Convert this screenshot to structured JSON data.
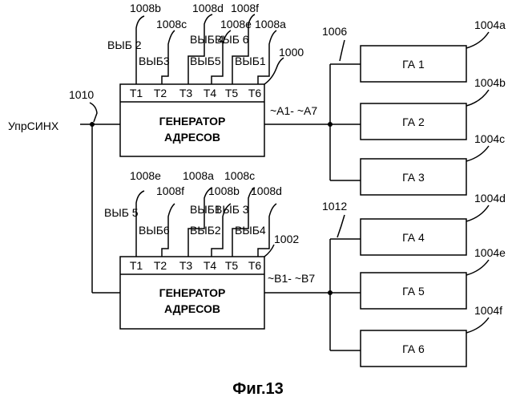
{
  "signal": "УпрСИНХ",
  "refs": {
    "node_top": "1006",
    "node_bottom": "1012",
    "split": "1010",
    "gen_a": "1000",
    "gen_b": "1002"
  },
  "gen_a": {
    "line1": "ГЕНЕРАТОР",
    "line2": "АДРЕСОВ",
    "ports": [
      "T1",
      "T2",
      "T3",
      "T4",
      "T5",
      "T6"
    ],
    "out_label": "~A1- ~A7",
    "sel_labels": [
      "ВЫБ 2",
      "ВЫБ3",
      "ВЫБ 4",
      "ВЫБ5",
      "ВЫБ 6",
      "ВЫБ1"
    ],
    "refs": [
      "1008b",
      "1008c",
      "1008d",
      "1008e",
      "1008f",
      "1008a"
    ]
  },
  "gen_b": {
    "line1": "ГЕНЕРАТОР",
    "line2": "АДРЕСОВ",
    "ports": [
      "T1",
      "T2",
      "T3",
      "T4",
      "T5",
      "T6"
    ],
    "out_label": "~B1- ~B7",
    "sel_labels": [
      "ВЫБ 5",
      "ВЫБ6",
      "ВЫБ1",
      "ВЫБ2",
      "ВЫБ 3",
      "ВЫБ4"
    ],
    "refs": [
      "1008e",
      "1008f",
      "1008a",
      "1008b",
      "1008c",
      "1008d"
    ]
  },
  "ga_blocks": [
    {
      "label": "ГА 1",
      "ref": "1004a"
    },
    {
      "label": "ГА 2",
      "ref": "1004b"
    },
    {
      "label": "ГА 3",
      "ref": "1004c"
    },
    {
      "label": "ГА 4",
      "ref": "1004d"
    },
    {
      "label": "ГА 5",
      "ref": "1004e"
    },
    {
      "label": "ГА 6",
      "ref": "1004f"
    }
  ],
  "caption": "Фиг.13"
}
